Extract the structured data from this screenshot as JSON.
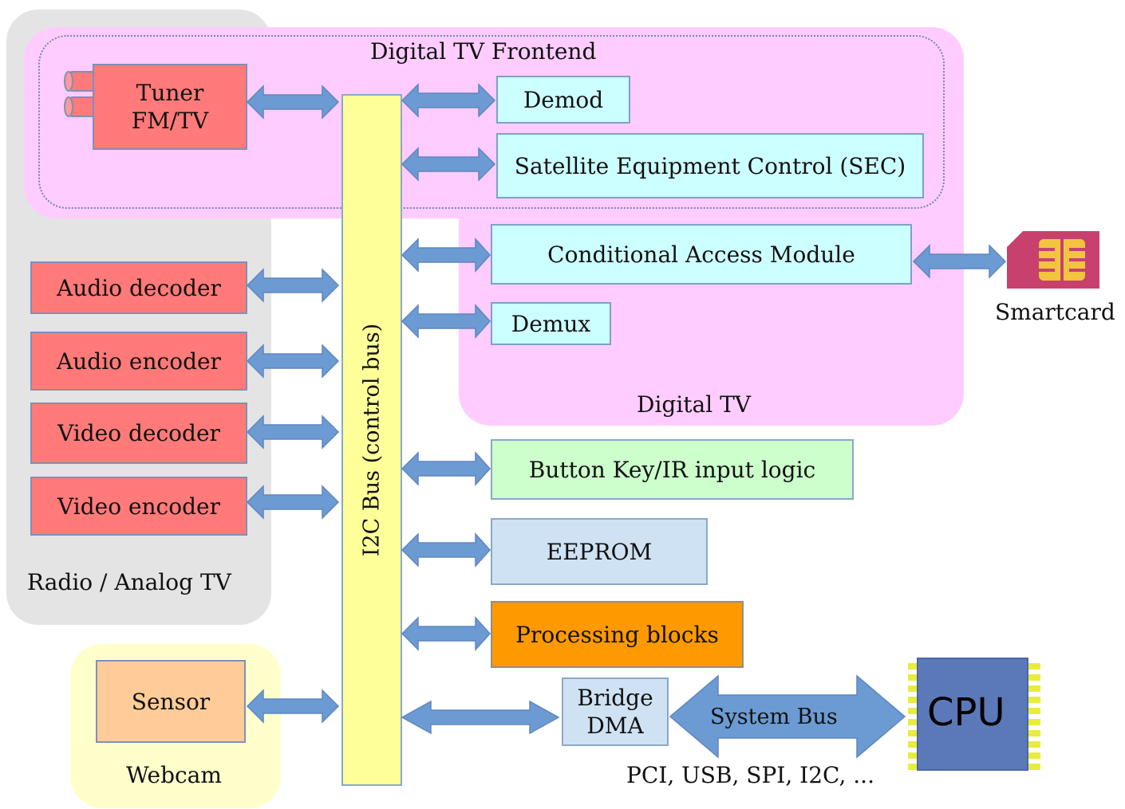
{
  "regions": {
    "frontend_label": "Digital TV Frontend",
    "digital_tv_label": "Digital TV",
    "analog_label": "Radio / Analog TV",
    "webcam_label": "Webcam"
  },
  "blocks": {
    "tuner": "Tuner\nFM/TV",
    "demod": "Demod",
    "sec": "Satellite Equipment Control (SEC)",
    "cam": "Conditional Access Module",
    "demux": "Demux",
    "audio_decoder": "Audio decoder",
    "audio_encoder": "Audio encoder",
    "video_decoder": "Video decoder",
    "video_encoder": "Video encoder",
    "button_ir": "Button Key/IR input logic",
    "eeprom": "EEPROM",
    "processing": "Processing blocks",
    "sensor": "Sensor",
    "bridge": "Bridge\nDMA"
  },
  "bus": {
    "i2c": "I2C Bus (control bus)",
    "system": "System Bus",
    "system_sub": "PCI, USB, SPI, I2C, ..."
  },
  "external": {
    "smartcard": "Smartcard",
    "cpu": "CPU"
  },
  "colors": {
    "digital_region": "#ffccff",
    "analog_region": "#e4e4e4",
    "webcam_region": "#ffffcc",
    "arrow": "#6b9bd2",
    "block_red": "#ff7a78",
    "block_cyan": "#ccffff",
    "cpu": "#5b78b8",
    "cpu_pins": "#e8ec3c",
    "smartcard": "#c8416e"
  }
}
